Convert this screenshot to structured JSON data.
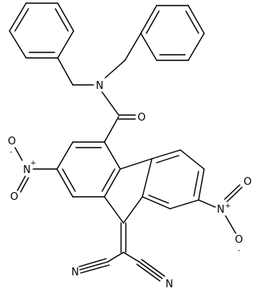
{
  "structure": {
    "atoms": {
      "n_amide": "N",
      "o_carbonyl": "O",
      "nitro_left": {
        "n": "N",
        "n_charge": "+",
        "o_left": "O",
        "o_left_charge": "-",
        "o_bottom": "O"
      },
      "nitro_right": {
        "n": "N",
        "n_charge": "+",
        "o_top": "O",
        "o_bottom": "O",
        "o_bottom_charge": "-"
      },
      "nitrile_left": "N",
      "nitrile_right": "N"
    }
  }
}
